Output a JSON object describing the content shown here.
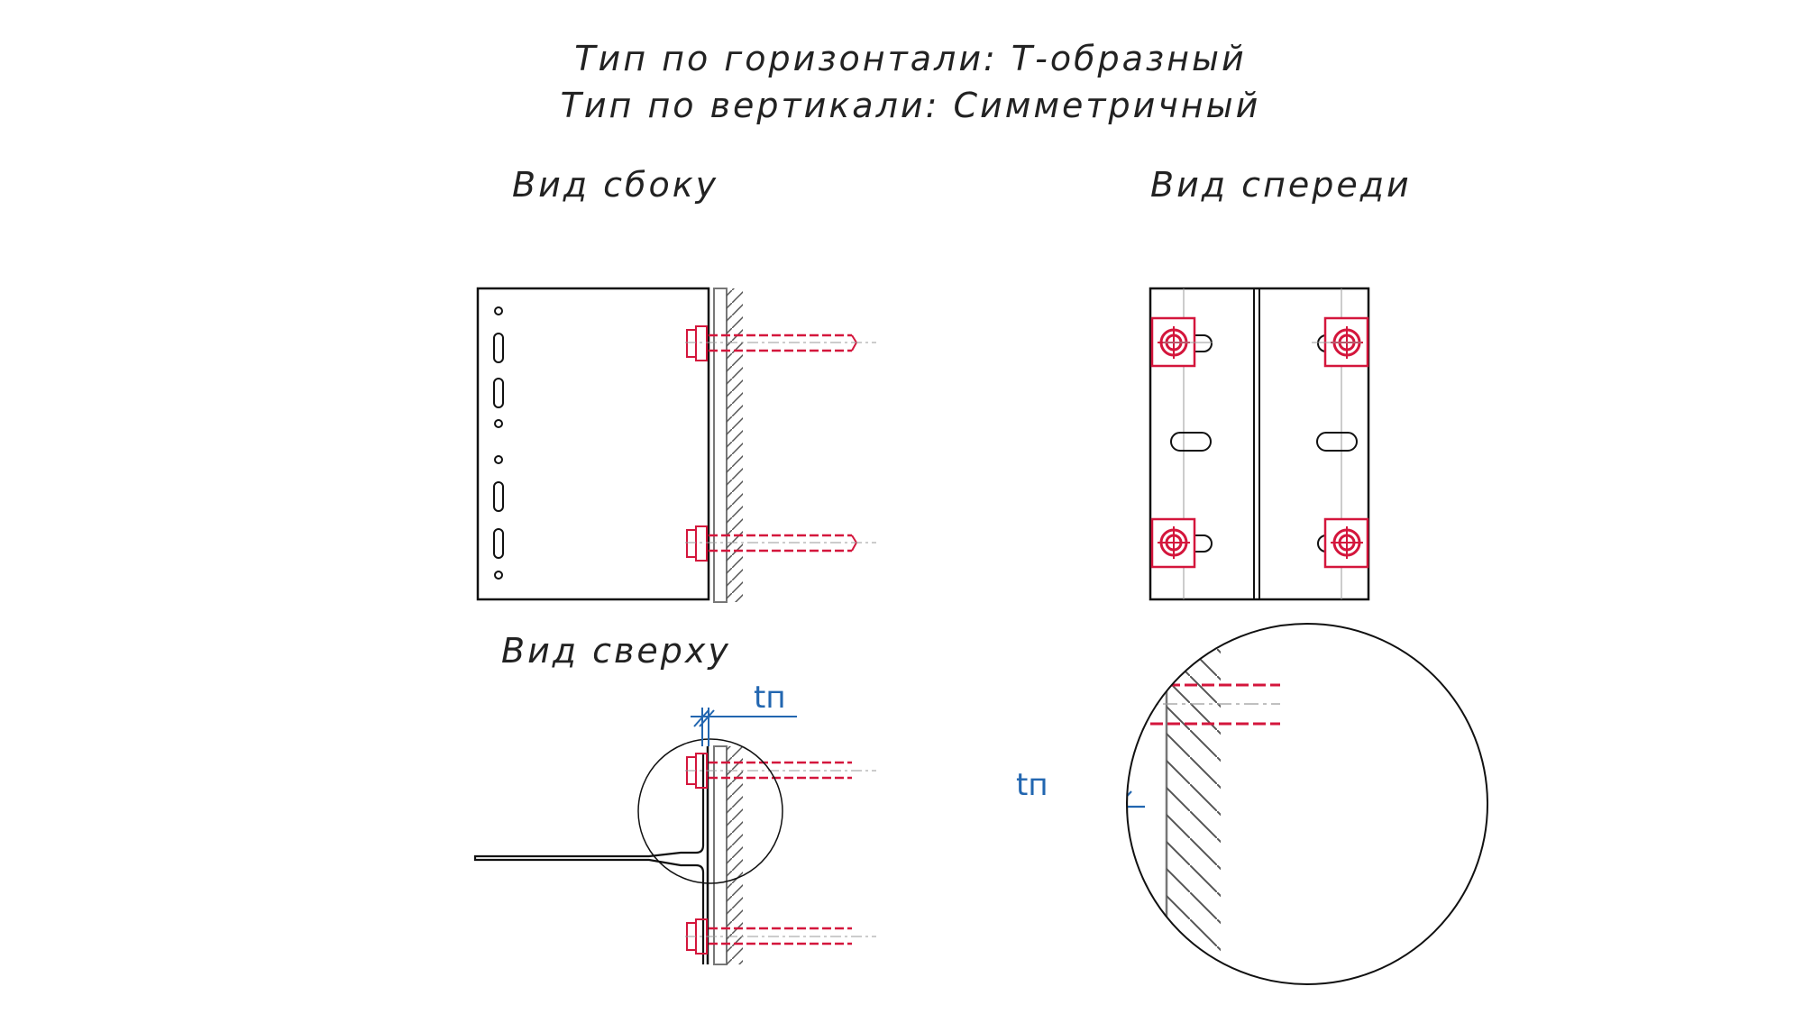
{
  "title": {
    "line1": "Тип по горизонтали: Т-образный",
    "line2": "Тип по вертикали: Симметричный"
  },
  "views": {
    "side": "Вид сбоку",
    "front": "Вид спереди",
    "top": "Вид сверху"
  },
  "dimension": {
    "top_view": "tп",
    "detail": "tп"
  },
  "colors": {
    "line": "#111111",
    "fastener": "#d4163c",
    "dimension": "#2266b0",
    "guide": "#9a9a9a"
  }
}
